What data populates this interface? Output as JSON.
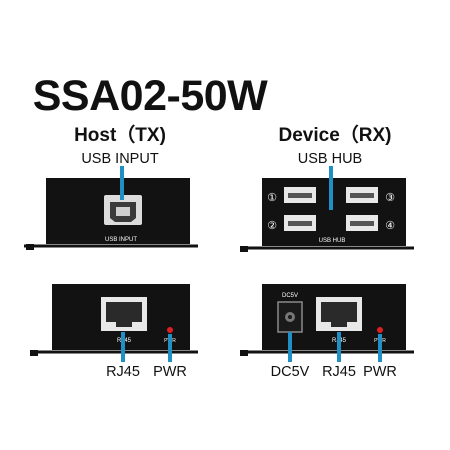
{
  "title": "SSA02-50W",
  "host": {
    "header": "Host（TX)",
    "top_label": "USB INPUT",
    "panel_text": "USB INPUT",
    "bottom": {
      "rj45_panel": "RJ45",
      "pwr_panel": "PWR",
      "rj45_label": "RJ45",
      "pwr_label": "PWR"
    }
  },
  "device": {
    "header": "Device（RX)",
    "top_label": "USB HUB",
    "panel_text": "USB HUB",
    "port_numbers": [
      "①",
      "②",
      "③",
      "④"
    ],
    "bottom": {
      "dc_panel": "DC5V",
      "rj45_panel": "RJ45",
      "pwr_panel": "PWR",
      "dc_label": "DC5V",
      "rj45_label": "RJ45",
      "pwr_label": "PWR"
    }
  },
  "colors": {
    "callout": "#1f8fc6",
    "box": "#121212",
    "led": "#e02020"
  }
}
